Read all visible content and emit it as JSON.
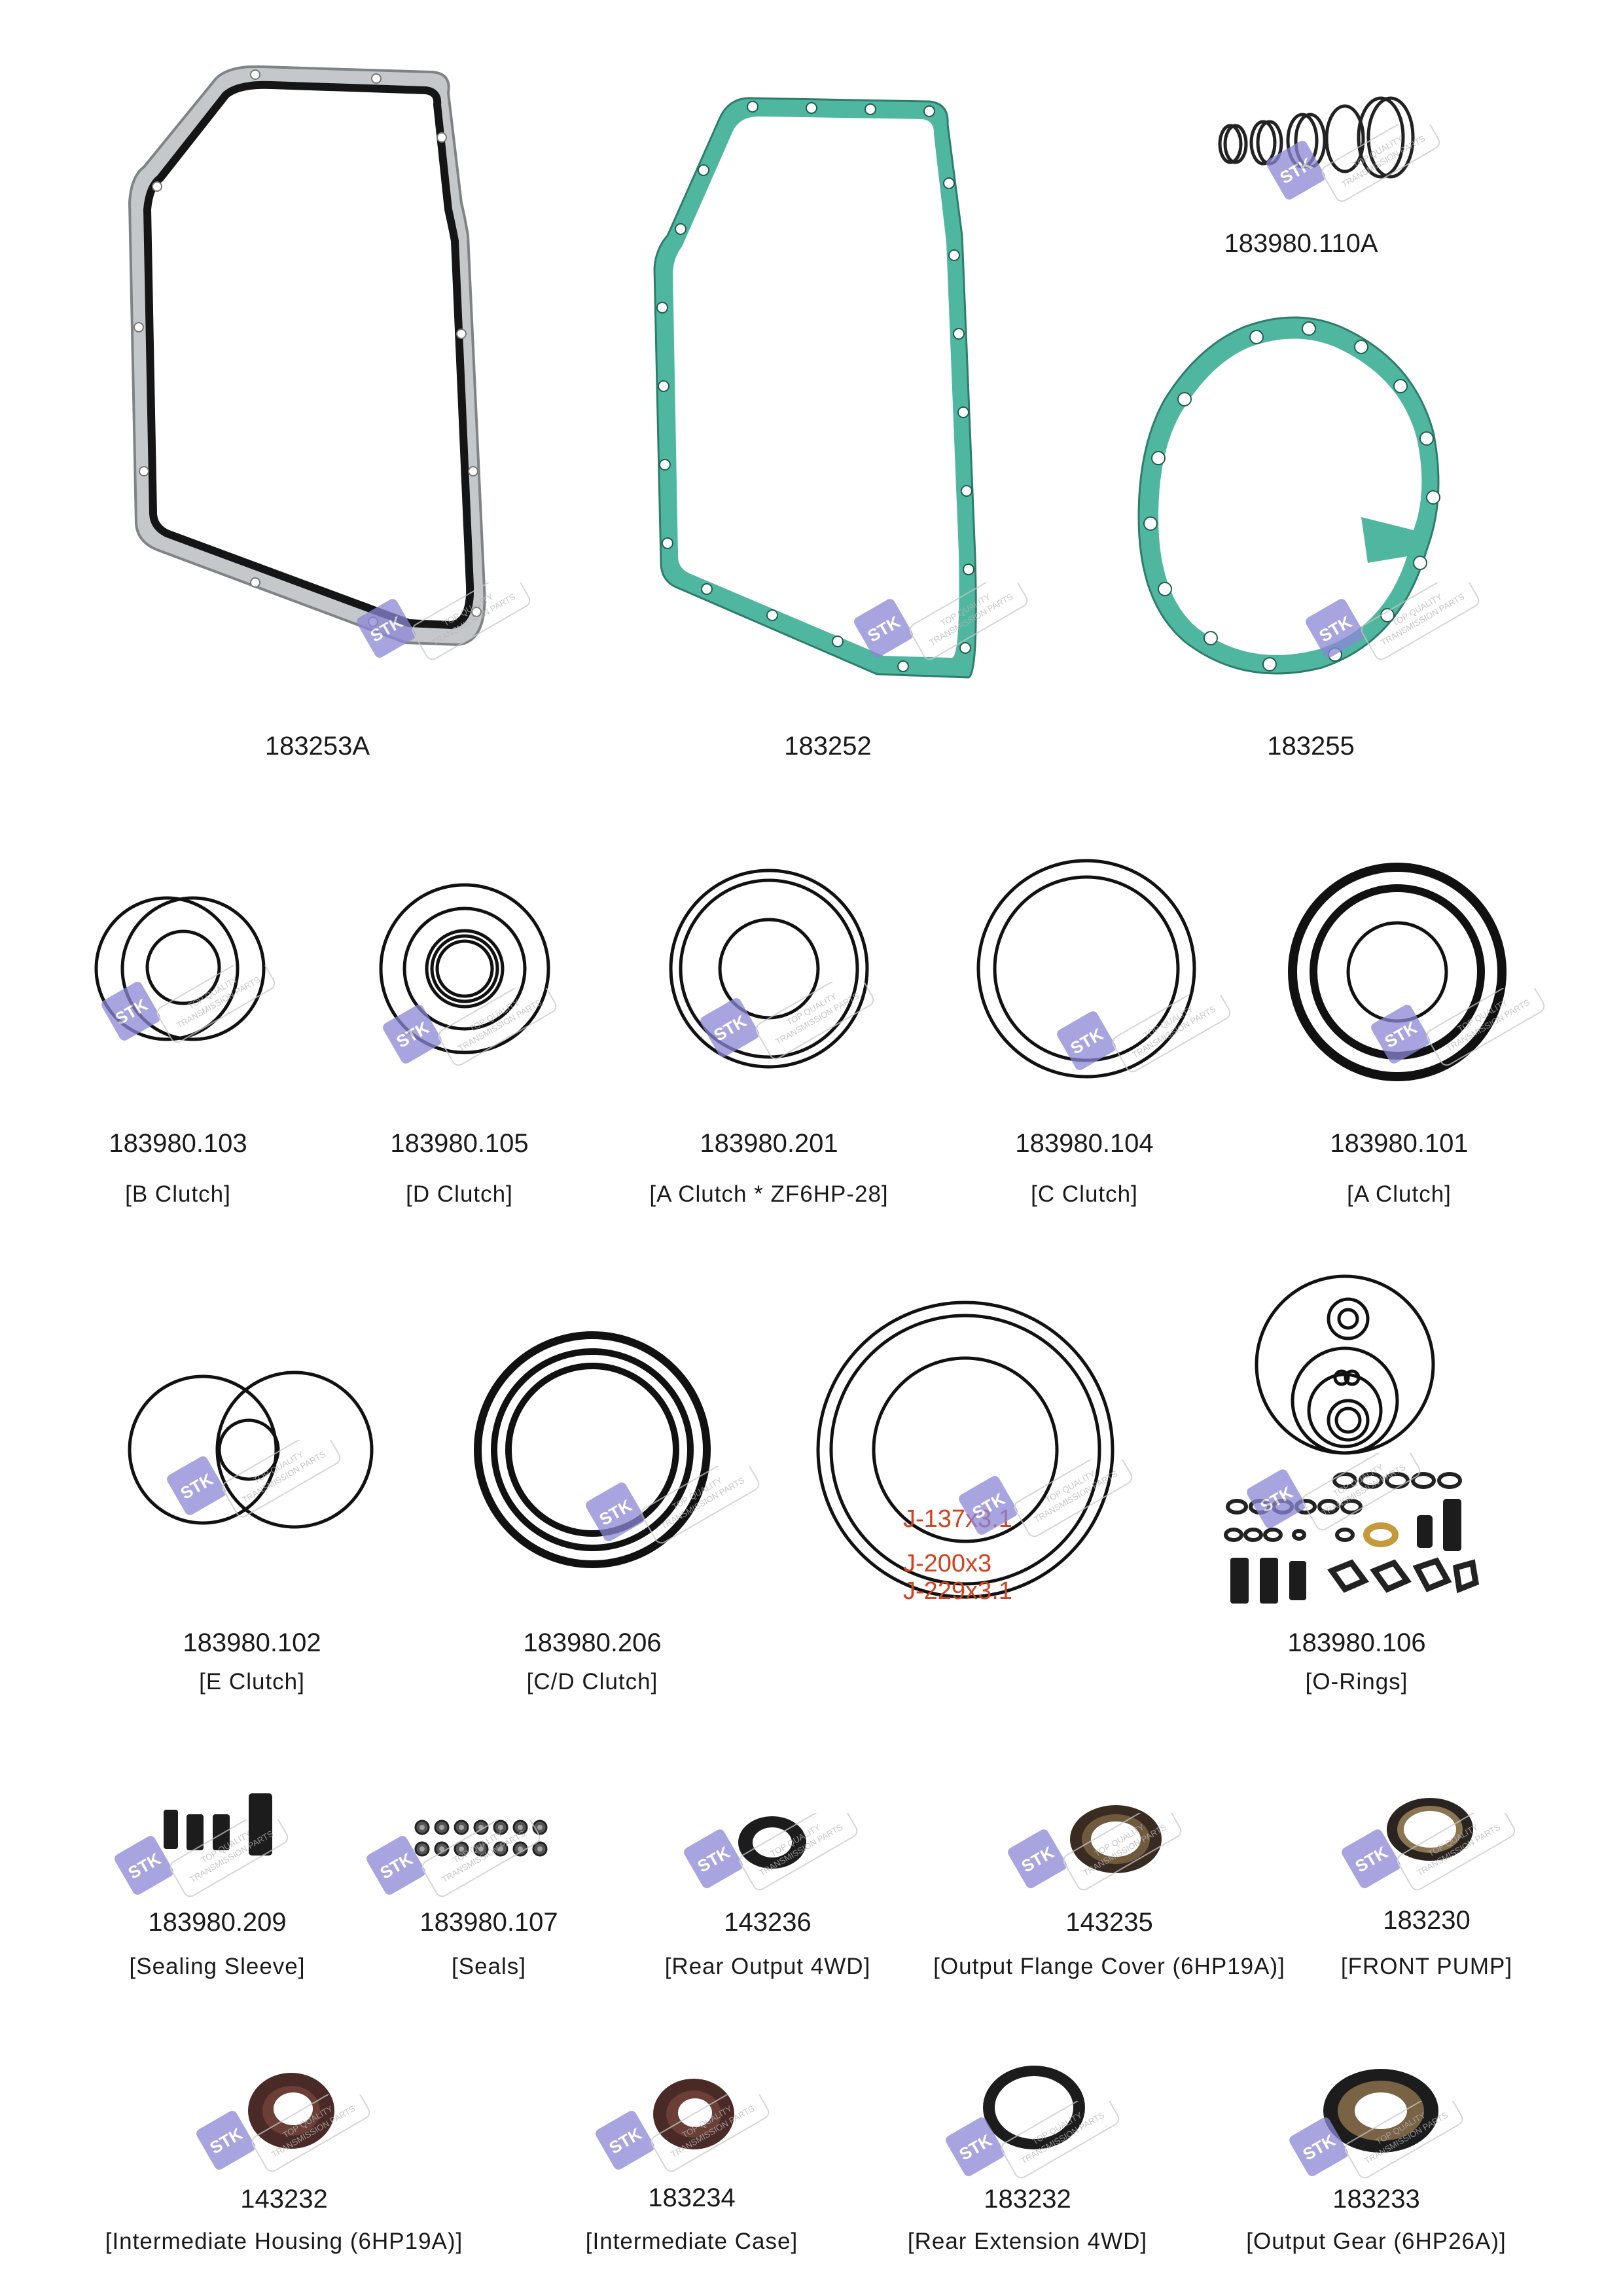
{
  "brand": {
    "logo_text": "STK",
    "watermark_line1": "TOP QUALITY",
    "watermark_line2": "TRANSMISSION PARTS",
    "logo_color": "#8b86d6"
  },
  "colors": {
    "gasket_green": "#4fb7a0",
    "metal": "#b9bcbf",
    "ring": "#111111",
    "brown_seal": "#4a2a26",
    "dim_text": "#d4411e"
  },
  "row1": [
    {
      "code": "183253A"
    },
    {
      "code": "183252"
    },
    {
      "code": "183980.110A"
    },
    {
      "code": "183255"
    }
  ],
  "row2": [
    {
      "code": "183980.103",
      "desc": "[B Clutch]"
    },
    {
      "code": "183980.105",
      "desc": "[D Clutch]"
    },
    {
      "code": "183980.201",
      "desc": "[A Clutch * ZF6HP-28]"
    },
    {
      "code": "183980.104",
      "desc": "[C Clutch]"
    },
    {
      "code": "183980.101",
      "desc": "[A Clutch]"
    }
  ],
  "row3": [
    {
      "code": "183980.102",
      "desc": "[E Clutch]"
    },
    {
      "code": "183980.206",
      "desc": "[C/D Clutch]"
    },
    {
      "code": "183980.106",
      "desc": "[O-Rings]"
    }
  ],
  "dims": [
    "J-137x3.1",
    "J-200x3",
    "J-229x3.1"
  ],
  "row4": [
    {
      "code": "183980.209",
      "desc": "[Sealing Sleeve]"
    },
    {
      "code": "183980.107",
      "desc": "[Seals]"
    },
    {
      "code": "143236",
      "desc": "[Rear Output 4WD]"
    },
    {
      "code": "143235",
      "desc": "[Output Flange Cover (6HP19A)]"
    },
    {
      "code": "183230",
      "desc": "[FRONT PUMP]"
    }
  ],
  "row5": [
    {
      "code": "143232",
      "desc": "[Intermediate Housing (6HP19A)]"
    },
    {
      "code": "183234",
      "desc": "[Intermediate Case]"
    },
    {
      "code": "183232",
      "desc": "[Rear Extension 4WD]"
    },
    {
      "code": "183233",
      "desc": "[Output Gear (6HP26A)]"
    }
  ]
}
